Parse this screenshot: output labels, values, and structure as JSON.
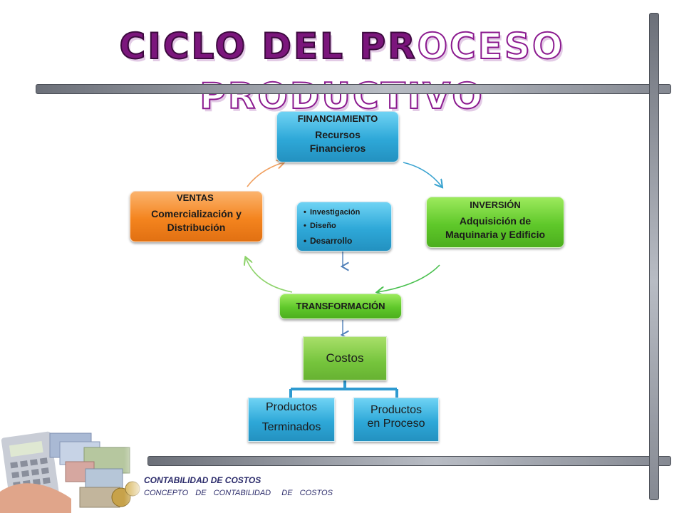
{
  "header": {
    "title_dark": "CICLO DEL PR",
    "title_light": "OCESO PRODUCTIVO"
  },
  "diagram": {
    "financiamiento": {
      "heading": "FINANCIAMIENTO",
      "body_line1": "Recursos",
      "body_line2": "Financieros"
    },
    "inversion": {
      "heading": "INVERSIÓN",
      "body_line1": "Adquisición de",
      "body_line2": "Maquinaria y Edificio"
    },
    "ventas": {
      "heading": "VENTAS",
      "body_line1": "Comercialización y",
      "body_line2": "Distribución"
    },
    "center": {
      "items": [
        "Investigación",
        "Diseño",
        "Desarrollo"
      ]
    },
    "transformacion": {
      "heading": "TRANSFORMACIÓN"
    },
    "costos": {
      "label": "Costos"
    },
    "terminados": {
      "line1": "Productos",
      "line2": "Terminados"
    },
    "proceso": {
      "line1": "Productos",
      "line2": "en Proceso"
    }
  },
  "footer": {
    "line1": "CONTABILIDAD DE COSTOS",
    "line2": "CONCEPTO  DE  CONTABILIDAD   DE  COSTOS"
  },
  "colors": {
    "blue": "#2ea8d8",
    "green": "#5fc82a",
    "orange": "#f4841e",
    "olive": "#75c43c",
    "title": "#8b1a8f"
  },
  "icons": {
    "corner": "money-calculator-picture"
  }
}
